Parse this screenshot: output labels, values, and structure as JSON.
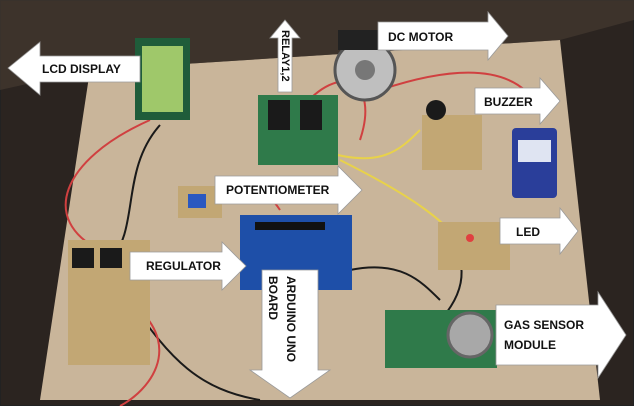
{
  "labels": {
    "lcd_display": "LCD DISPLAY",
    "relay": "RELAY1,2",
    "dc_motor": "DC MOTOR",
    "buzzer": "BUZZER",
    "potentiometer": "POTENTIOMETER",
    "led": "LED",
    "regulator": "REGULATOR",
    "arduino_line1": "ARDUINO UNO",
    "arduino_line2": "BOARD",
    "gas_line1": "GAS SENSOR",
    "gas_line2": "MODULE"
  },
  "colors": {
    "background_dark": "#2b2420",
    "board_tan": "#c9b59a",
    "arrow_fill": "#ffffff",
    "pcb_green": "#2f7a4a",
    "arduino_blue": "#1e4fa8",
    "lcd_screen": "#9fc86a",
    "wire_red": "#d04040",
    "wire_yellow": "#e8d24a"
  }
}
